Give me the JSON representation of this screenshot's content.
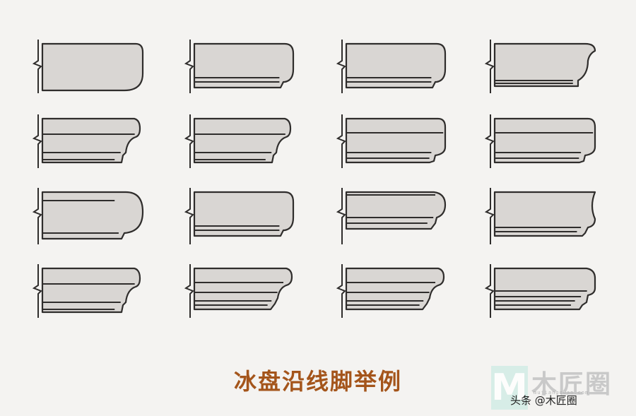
{
  "caption": "冰盘沿线脚举例",
  "watermark": {
    "letter": "M",
    "brand": "木匠圈",
    "source_line": "头条 @木匠圈",
    "site": "mujiangquan.com"
  },
  "colors": {
    "background": "#f4f3f1",
    "profile_fill": "#d9d6d3",
    "outline": "#2f2d2c",
    "caption": "#a4551b"
  },
  "profiles": [
    {
      "id": "r1c1",
      "edge": "square-round"
    },
    {
      "id": "r1c2",
      "edge": "round-step"
    },
    {
      "id": "r1c3",
      "edge": "round-step"
    },
    {
      "id": "r1c4",
      "edge": "ogee-step"
    },
    {
      "id": "r2c1",
      "edge": "bead-cove-step"
    },
    {
      "id": "r2c2",
      "edge": "bead-cove-step"
    },
    {
      "id": "r2c3",
      "edge": "bead-double-step"
    },
    {
      "id": "r2c4",
      "edge": "bead-double-step"
    },
    {
      "id": "r3c1",
      "edge": "bullnose"
    },
    {
      "id": "r3c2",
      "edge": "round-step"
    },
    {
      "id": "r3c3",
      "edge": "round-double-step"
    },
    {
      "id": "r3c4",
      "edge": "notched-double-step"
    },
    {
      "id": "r4c1",
      "edge": "bead-cove-step"
    },
    {
      "id": "r4c2",
      "edge": "bead-cove-double-step"
    },
    {
      "id": "r4c3",
      "edge": "bead-cove-double-step"
    },
    {
      "id": "r4c4",
      "edge": "bead-triple-step"
    }
  ]
}
